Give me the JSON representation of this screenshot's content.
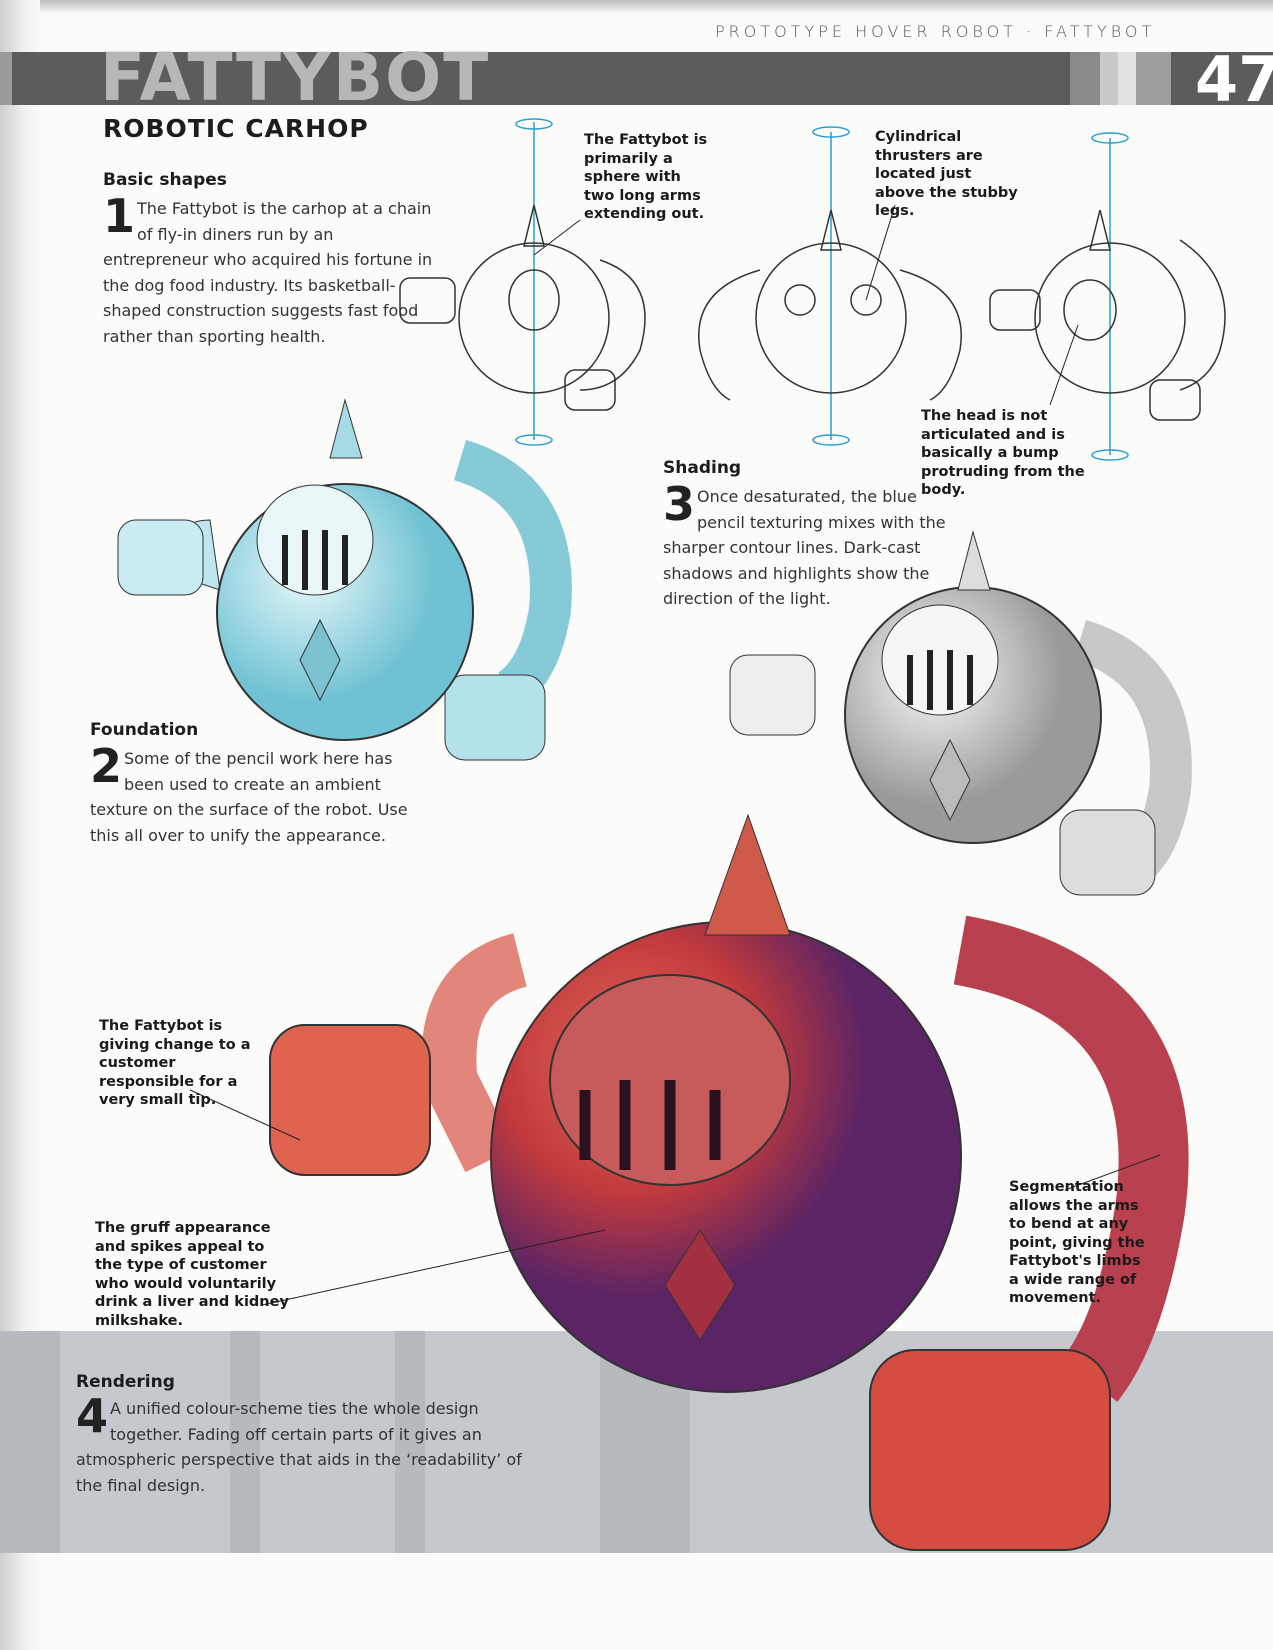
{
  "header": {
    "running_title": "PROTOTYPE HOVER ROBOT · FATTYBOT",
    "banner_title": "FATTYBOT",
    "page_number": "47"
  },
  "main": {
    "title": "ROBOTIC CARHOP",
    "steps": [
      {
        "heading": "Basic shapes",
        "number": "1",
        "text": "The Fattybot is the carhop at a chain of fly-in diners run by an entrepreneur who acquired his fortune in the dog food industry. Its basketball-shaped construction suggests fast food rather than sporting health."
      },
      {
        "heading": "Foundation",
        "number": "2",
        "text": "Some of the pencil work here has been used to create an ambient texture on the surface of the robot. Use this all over to unify the appearance."
      },
      {
        "heading": "Shading",
        "number": "3",
        "text": "Once desaturated, the blue pencil texturing mixes with the sharper contour lines. Dark-cast shadows and highlights show the direction of the light."
      },
      {
        "heading": "Rendering",
        "number": "4",
        "text": "A unified colour-scheme ties the whole design together. Fading off certain parts of it gives an atmospheric perspective that aids in the ‘readability’ of the final design."
      }
    ],
    "callouts": [
      "The Fattybot is primarily a sphere with two long arms extending out.",
      "Cylindrical thrusters are located just above the stubby legs.",
      "The head is not articulated and is basically a bump protruding from the body.",
      "The Fattybot is giving change to a customer responsible for a very small tip.",
      "The gruff appearance and spikes appeal to the type of customer who would voluntarily drink a liver and kidney milkshake.",
      "Segmentation allows the arms to bend at any point, giving the Fattybot's limbs a wide range of movement."
    ]
  },
  "colors": {
    "guide_line": "#2a9fd0",
    "blue_render": "#8fd3e0",
    "red_render": "#d0443a",
    "purple_shade": "#6a2d6e",
    "banner": "#5c5c5c"
  }
}
